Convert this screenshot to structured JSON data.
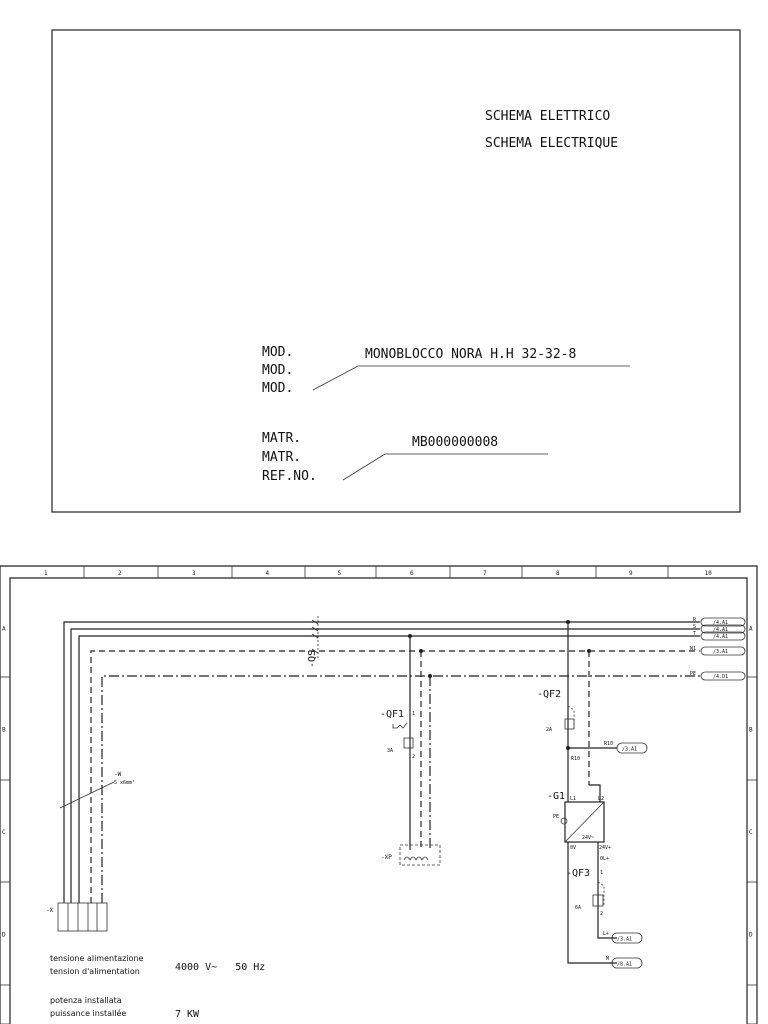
{
  "title_block": {
    "title_it": "SCHEMA ELETTRICO",
    "title_fr": "SCHEMA ELECTRIQUE",
    "mod_labels": [
      "MOD.",
      "MOD.",
      "MOD."
    ],
    "model": "MONOBLOCCO NORA H.H 32-32-8",
    "matr_labels": [
      "MATR.",
      "MATR.",
      "REF.NO."
    ],
    "serial": "MB000000008"
  },
  "sheet": {
    "columns": [
      "1",
      "2",
      "3",
      "4",
      "5",
      "6",
      "7",
      "8",
      "9",
      "10"
    ],
    "rows": [
      "A",
      "B",
      "C",
      "D"
    ]
  },
  "schematic": {
    "buses": [
      {
        "name": "R",
        "ref": "/4.A1"
      },
      {
        "name": "S",
        "ref": "/4.A1"
      },
      {
        "name": "T",
        "ref": "/4.A1"
      },
      {
        "name": "N1",
        "ref": "/3.A1"
      },
      {
        "name": "PE",
        "ref": "/4.D1"
      }
    ],
    "qs_label": "-QS",
    "qf1": {
      "label": "-QF1",
      "rating": "3A",
      "pin1": "1",
      "pin2": "2"
    },
    "xp_label": "-XP",
    "qf2": {
      "label": "-QF2",
      "rating": "2A"
    },
    "r10": {
      "name": "R10",
      "ref": "/3.A1",
      "wire": "R10"
    },
    "g1": {
      "label": "-G1",
      "l1": "L1",
      "l2": "L2",
      "pe": "PE",
      "out": "24V~",
      "ov": "0V",
      "vplus": "24V+"
    },
    "qf3": {
      "label": "-QF3",
      "rating": "6A",
      "wire": "0L+",
      "pin1": "1",
      "pin2": "2"
    },
    "lplus": {
      "name": "L+",
      "ref": "/3.A1"
    },
    "m": {
      "name": "M",
      "ref": "/8.A1"
    },
    "cable": {
      "label": "-W",
      "spec": "5 x6mm²"
    },
    "terminal_label": "-X"
  },
  "specs": {
    "voltage_label_it": "tensione alimentazione",
    "voltage_label_fr": "tension d'alimentation",
    "voltage_value": "4000 V~   50 Hz",
    "power_label_it": "potenza installata",
    "power_label_fr": "puissance installée",
    "power_value": "7 KW"
  }
}
